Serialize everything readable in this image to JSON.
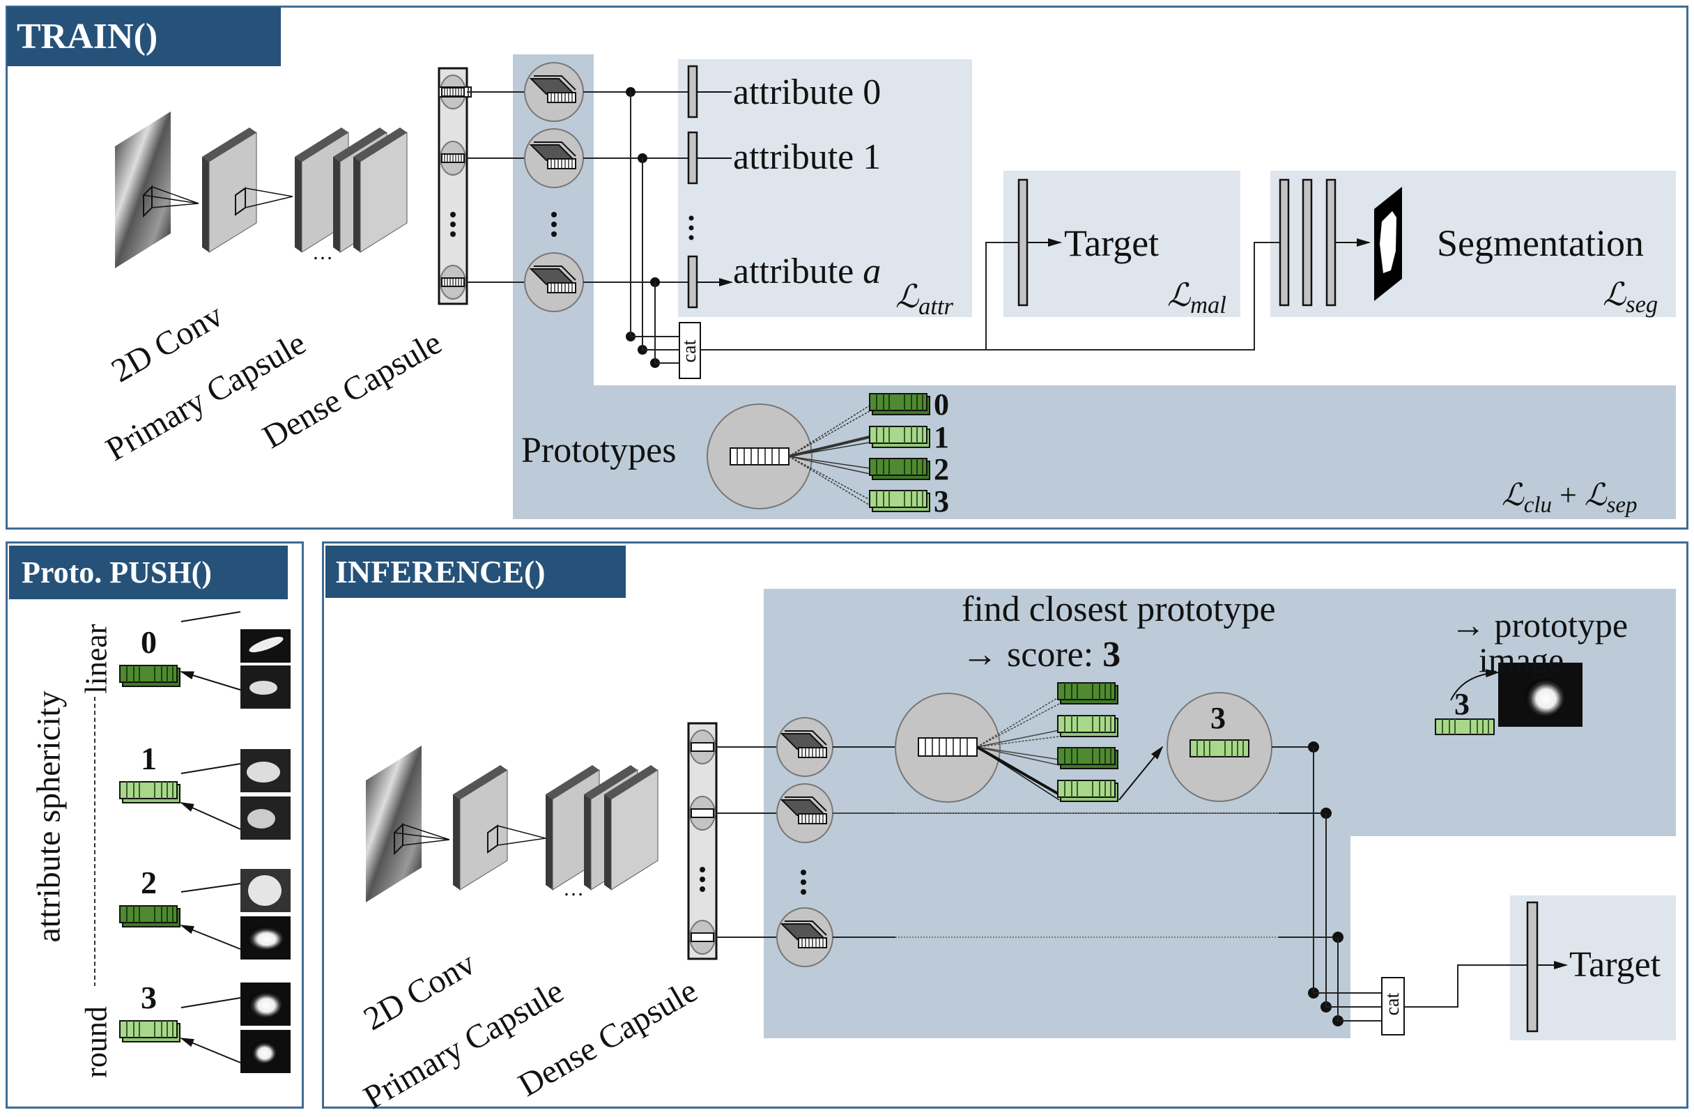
{
  "panels": {
    "train": {
      "title": "TRAIN()",
      "layers": [
        "2D Conv",
        "Primary Capsule",
        "Dense Capsule"
      ],
      "ellipsis": "…",
      "vertical_ellipsis": "⋮",
      "attributes": [
        "attribute 0",
        "attribute 1",
        "attribute a"
      ],
      "attr_loss": "attr",
      "target_label": "Target",
      "mal_loss": "mal",
      "segmentation_label": "Segmentation",
      "seg_loss": "seg",
      "cat_label": "cat",
      "prototypes_label": "Prototypes",
      "prototype_indices": [
        "0",
        "1",
        "2",
        "3"
      ],
      "clu_loss": "clu",
      "sep_loss": "sep",
      "plus": "+",
      "loss_symbol": "ℒ"
    },
    "push": {
      "title": "Proto. PUSH()",
      "axis_label": "attribute sphericity",
      "scale_low": "round",
      "scale_high": "linear",
      "prototype_indices": [
        "0",
        "1",
        "2",
        "3"
      ]
    },
    "inference": {
      "title": "INFERENCE()",
      "layers": [
        "2D Conv",
        "Primary Capsule",
        "Dense Capsule"
      ],
      "ellipsis": "…",
      "vertical_ellipsis": "⋮",
      "find_closest": "find closest prototype",
      "score_prefix": "→ score: ",
      "score_value": "3",
      "selected_index": "3",
      "prototype_image_label_line1": "→ prototype",
      "prototype_image_label_line2": "image",
      "cat_label": "cat",
      "target_label": "Target"
    }
  },
  "colors": {
    "title_bg": "#26527a",
    "panel_border": "#3f6b93",
    "band": "#bccbd7",
    "light_box": "#dfe5ec",
    "proto_dark": "#4f8a30",
    "proto_light": "#a8d88a",
    "capsule_gray": "#c4c4c4"
  }
}
